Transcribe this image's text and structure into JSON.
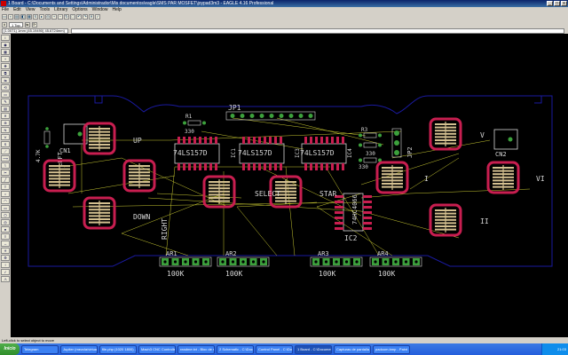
{
  "window": {
    "title": "1 Board - C:\\Documents and Settings\\Administrador\\Mis documentos\\eagle\\SMS PAR MOSFET\\joypad3m3 - EAGLE 4.16 Professional",
    "minimize": "_",
    "maximize": "□",
    "close": "x"
  },
  "menu": [
    "File",
    "Edit",
    "View",
    "Tools",
    "Library",
    "Options",
    "Window",
    "Help"
  ],
  "toolbar": {
    "layer_select": "1 Top",
    "coordinate": "(1.0071) 1mm (45.19490) 45.6724mm)"
  },
  "status": {
    "message": "Left-click to select object to move"
  },
  "taskbar": {
    "start": "Inicio",
    "tasks": [
      "Telegram",
      "Jupiter (mezcla/virtual/...",
      "file.php (1020 1800) - Go...",
      "Mach3 CNC Controller",
      "readme.txt - Bloc de notas",
      "2 Schematic - C:\\Docume...",
      "Control Panel - C:\\Docu...",
      "1 Board - C:\\Documen...",
      "Capturas de pantalla",
      "padoom.bmp - Paint"
    ],
    "active_task": 7,
    "clock": "21:03"
  },
  "board": {
    "labels": {
      "jp1": "JP1",
      "jp2": "JP2",
      "r1": "R1",
      "r1_value": "330",
      "r3": "R3",
      "r3_value": "330",
      "r_value_lower": "330",
      "r_left": "4.7K",
      "ic_left": "74LS157D",
      "ic_mid": "74LS157D",
      "ic_right": "74LS157D",
      "ic1": "IC1",
      "ic3": "IC3",
      "ic4": "IC4",
      "ic2": "IC2",
      "ic2_value": "74HC4066",
      "up": "UP",
      "left": "LEFT",
      "down": "DOWN",
      "right": "RIGHT",
      "select": "SELECT",
      "start": "STAR",
      "cn1": "CN1",
      "cn2": "CN2",
      "btn_v": "V",
      "btn_i": "I",
      "btn_vi": "VI",
      "btn_ii": "II",
      "ar1": "AR1",
      "ar2": "AR2",
      "ar3": "AR3",
      "ar4": "AR4",
      "ar1_value": "100K",
      "ar2_value": "100K",
      "ar3_value": "100K",
      "ar4_value": "100K"
    },
    "colors": {
      "outline": "#1a1aa0",
      "pad": "#c81e50",
      "copper_inner": "#d4c090",
      "silk": "#d8d8d8",
      "airwire": "#c8c832",
      "pin_pad": "#3ca03c"
    }
  }
}
